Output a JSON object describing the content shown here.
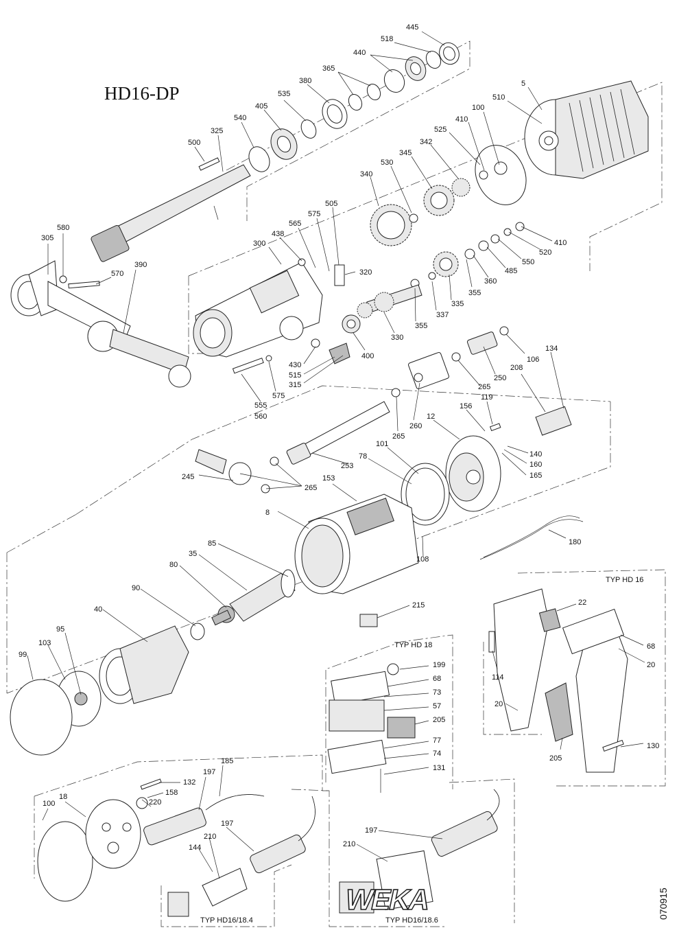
{
  "title": "HD16-DP",
  "doc_number": "070915",
  "logo_text": "WEKA",
  "variant_labels": {
    "hd16": "TYP HD 16",
    "hd18": "TYP HD 18",
    "hd16_184": "TYP HD16/18.4",
    "hd16_186": "TYP HD16/18.6"
  },
  "callouts": [
    "445",
    "518",
    "440",
    "365",
    "380",
    "535",
    "405",
    "540",
    "325",
    "500",
    "510",
    "5",
    "100",
    "410",
    "525",
    "342",
    "345",
    "530",
    "340",
    "505",
    "575",
    "565",
    "438",
    "300",
    "320",
    "410",
    "520",
    "550",
    "485",
    "360",
    "355",
    "335",
    "337",
    "355",
    "330",
    "400",
    "580",
    "305",
    "570",
    "390",
    "430",
    "515",
    "315",
    "575",
    "555",
    "560",
    "106",
    "250",
    "265",
    "260",
    "265",
    "134",
    "208",
    "119",
    "156",
    "12",
    "140",
    "160",
    "165",
    "78",
    "101",
    "253",
    "245",
    "265",
    "153",
    "8",
    "180",
    "108",
    "85",
    "35",
    "80",
    "90",
    "40",
    "95",
    "103",
    "99",
    "215",
    "22",
    "68",
    "20",
    "114",
    "20",
    "205",
    "130",
    "199",
    "68",
    "73",
    "57",
    "205",
    "77",
    "74",
    "131",
    "132",
    "158",
    "197",
    "185",
    "220",
    "18",
    "100",
    "197",
    "210",
    "144",
    "197",
    "210"
  ]
}
